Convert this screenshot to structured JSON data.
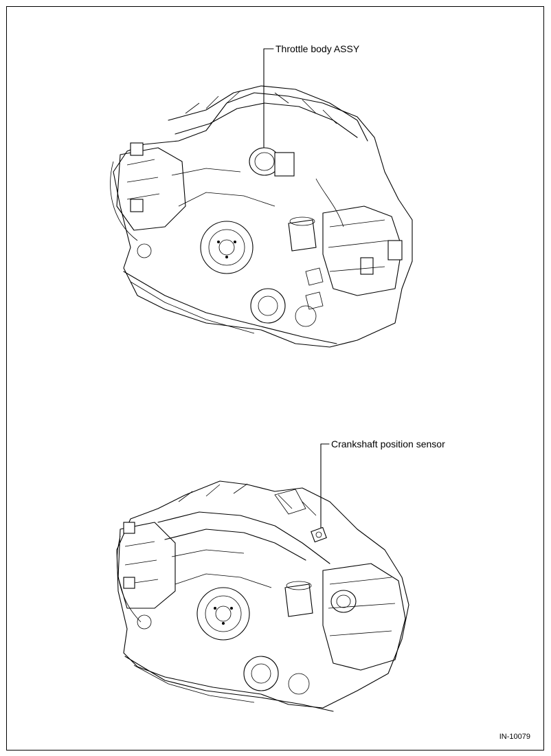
{
  "callouts": {
    "throttle_body": "Throttle body ASSY",
    "crankshaft_sensor": "Crankshaft position sensor"
  },
  "figure_id": "IN-10079"
}
